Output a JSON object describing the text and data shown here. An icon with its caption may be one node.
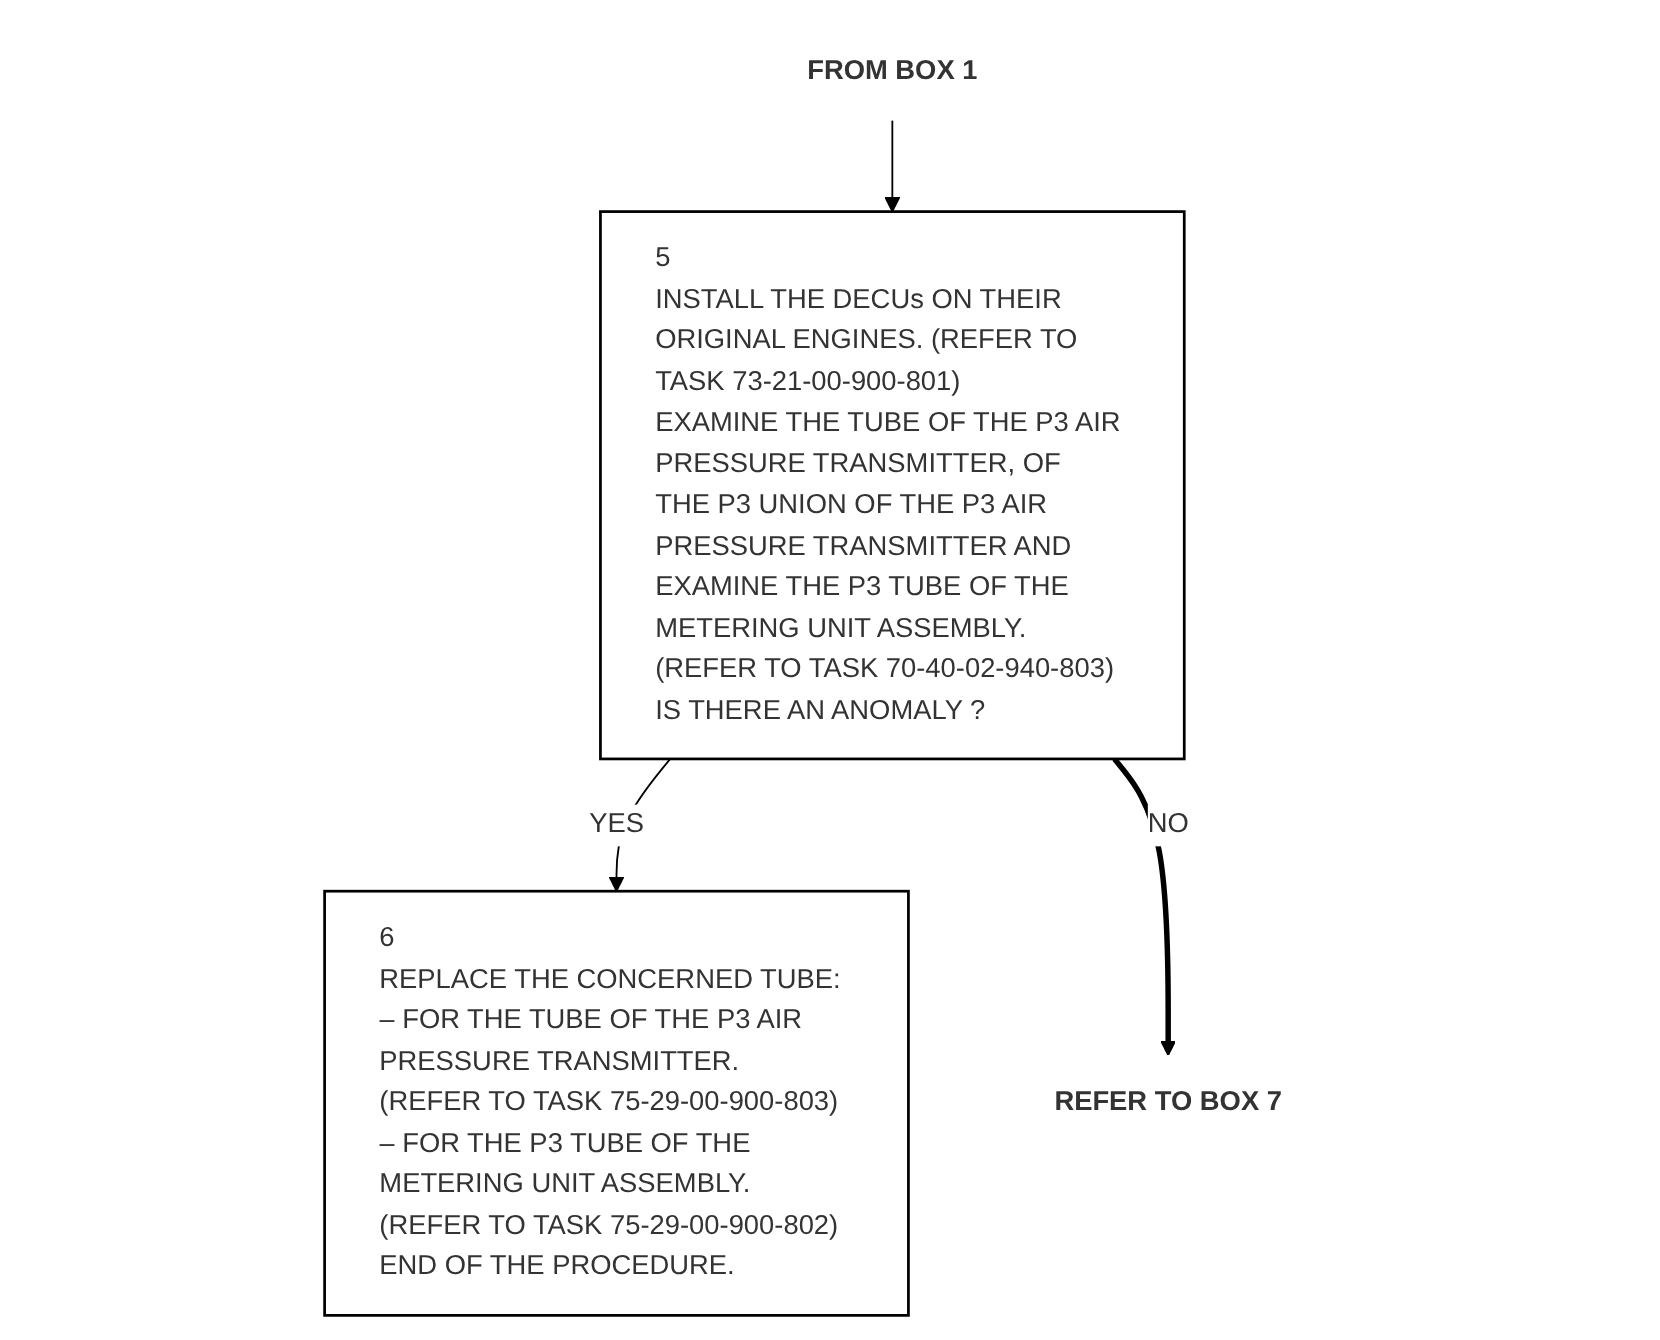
{
  "diagram": {
    "nodes": [
      {
        "text": [
          "FROM BOX 1"
        ]
      },
      {
        "text": [
          "5",
          "INSTALL THE DECUs ON THEIR ORIGINAL ENGINES. (REFER TO TASK 73-21-00-900-801)",
          "EXAMINE THE TUBE OF THE P3 AIR PRESSURE TRANSMITTER, OF THE P3 UNION OF THE P3 AIR PRESSURE TRANSMITTER AND EXAMINE THE P3 TUBE OF THE METERING UNIT ASSEMBLY. (REFER TO TASK 70-40-02-940-803)",
          "IS THERE AN ANOMALY ?"
        ]
      },
      {
        "text": [
          "6",
          "REPLACE THE CONCERNED TUBE:",
          "– FOR THE TUBE OF THE P3 AIR PRESSURE TRANSMITTER. (REFER TO TASK 75-29-00-900-803)",
          "– FOR THE P3 TUBE OF THE METERING UNIT ASSEMBLY. (REFER TO TASK 75-29-00-900-802)",
          "END OF THE PROCEDURE."
        ]
      },
      {
        "text": [
          "REFER TO BOX 7"
        ]
      }
    ],
    "edges": [
      {
        "from": 0,
        "to": 1,
        "arrow": "to"
      },
      {
        "from": 1,
        "to": 2,
        "arrow": "to",
        "label": "YES"
      },
      {
        "from": 1,
        "to": 3,
        "arrow": "to",
        "label": "NO",
        "style": "thick"
      }
    ]
  }
}
